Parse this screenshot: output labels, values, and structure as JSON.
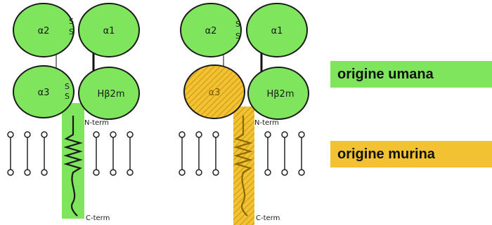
{
  "colors": {
    "human": "#7ee55c",
    "murine": "#f2c232",
    "outline": "#1a1a1a",
    "hatch": "#c9970f"
  },
  "molecules": [
    {
      "domains": {
        "top_left": "α2",
        "top_right": "α1",
        "bottom_left": "α3",
        "bottom_right": "Hβ2m"
      },
      "disulfide": "S",
      "n_term": "N-term",
      "c_term": "C-term",
      "alpha3_origin": "human",
      "tail_origin": "human"
    },
    {
      "domains": {
        "top_left": "α2",
        "top_right": "α1",
        "bottom_left": "α3",
        "bottom_right": "Hβ2m"
      },
      "disulfide": "S",
      "n_term": "N-term",
      "c_term": "C-term",
      "alpha3_origin": "murine",
      "tail_origin": "murine"
    }
  ],
  "legend": {
    "human": "origine umana",
    "murine": "origine murina"
  }
}
